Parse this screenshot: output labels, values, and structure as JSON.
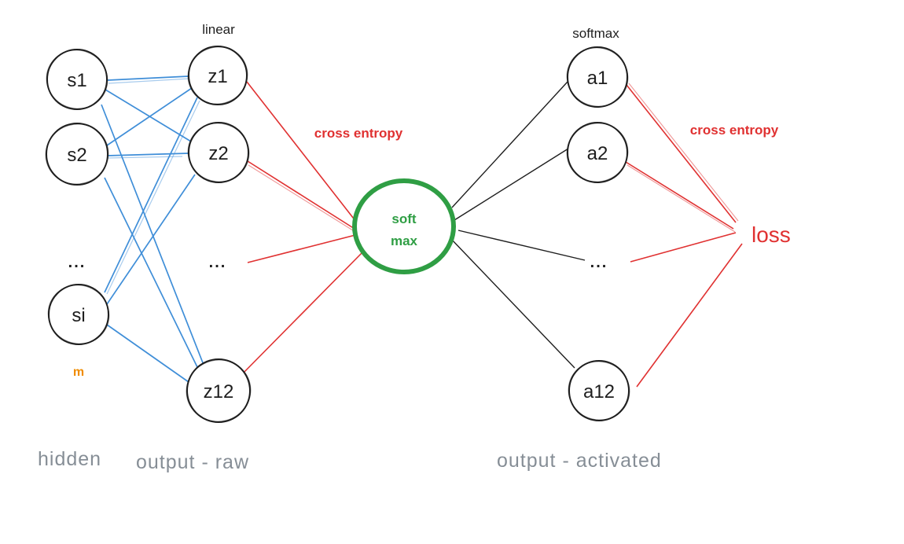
{
  "nodes": {
    "s1": "s1",
    "s2": "s2",
    "si": "si",
    "z1": "z1",
    "z2": "z2",
    "z12": "z12",
    "a1": "a1",
    "a2": "a2",
    "a12": "a12"
  },
  "softmax_node": {
    "line1": "soft",
    "line2": "max"
  },
  "ellipsis": "...",
  "annotations": {
    "linear": "linear",
    "softmax": "softmax",
    "cross_entropy_left": "cross entropy",
    "cross_entropy_right": "cross entropy",
    "loss": "loss",
    "m": "m"
  },
  "layer_labels": {
    "hidden": "hidden",
    "output_raw": "output - raw",
    "output_activated": "output - activated"
  },
  "colors": {
    "stroke_black": "#1e1e1e",
    "edge_blue": "#3f8ed8",
    "edge_red": "#e03131",
    "softmax_green": "#2f9e44",
    "label_gray": "#868e96",
    "m_orange": "#f08c00",
    "background": "#ffffff"
  }
}
